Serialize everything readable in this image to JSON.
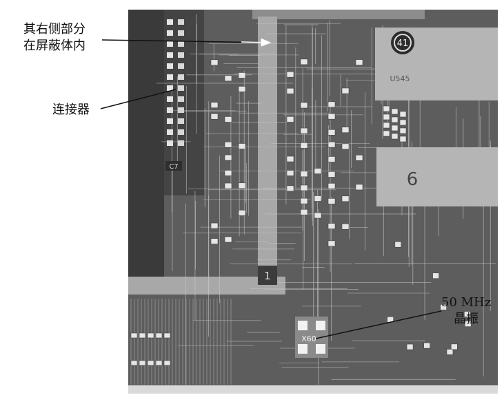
{
  "annotations": {
    "shield": {
      "line1": "其右侧部分",
      "line2": "在屏蔽体内"
    },
    "connector": "连接器",
    "crystal": {
      "line1": "50 MHz",
      "line2": "晶振"
    }
  },
  "board_markings": {
    "chip_u41": "41",
    "chip_u545": "U545",
    "chip_6": "6",
    "via_1": "1",
    "crystal_ref": "X60",
    "connector_ref": "C7"
  },
  "colors": {
    "board_dark": "#3a3a3a",
    "board_mid": "#6e6e6e",
    "trace": "#c9c9c9",
    "ground_strip": "#a8a8a8",
    "chip_body": "#b5b5b5",
    "pad": "#e6e6e6"
  }
}
